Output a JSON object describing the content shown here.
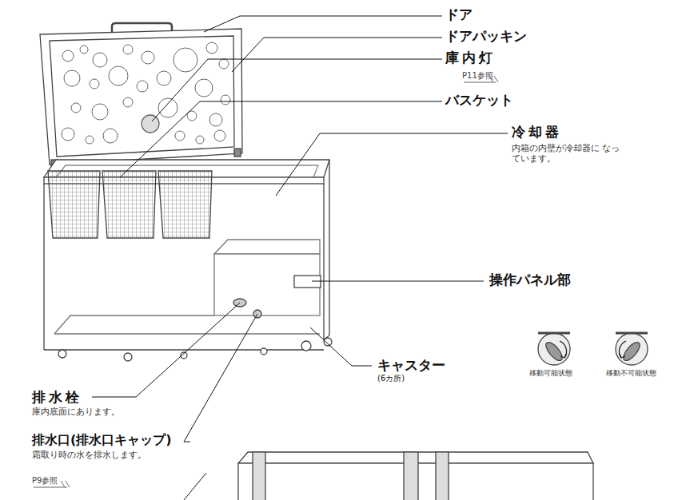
{
  "diagram": {
    "labels": [
      "ドア",
      "ドアパッキン",
      "庫内灯",
      "P11参照",
      "バスケット",
      "冷却器",
      "内箱の内壁が冷却器に なっています。",
      "操作パネル部",
      "キャスター",
      "(6カ所)",
      "移動可能状態",
      "移動不可能状態",
      "排水栓",
      "庫内底面にあります。",
      "排水口(排水口キャップ)",
      "霜取り時の水を排水します。",
      "P9参照"
    ]
  }
}
